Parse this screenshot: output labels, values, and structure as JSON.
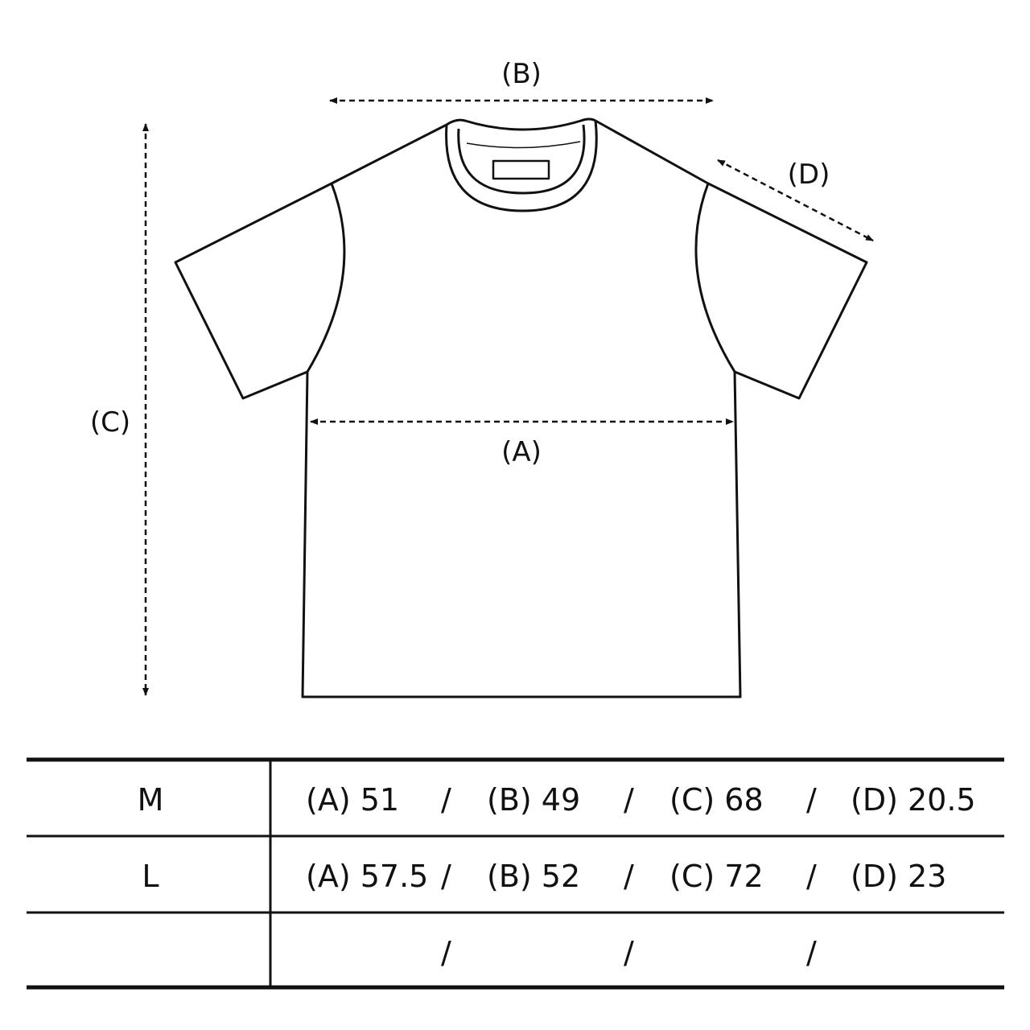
{
  "diagram": {
    "labels": {
      "a": "(A)",
      "b": "(B)",
      "c": "(C)",
      "d": "(D)"
    },
    "line_color": "#111111"
  },
  "size_table": {
    "separator": "/",
    "rows": [
      {
        "size": "M",
        "a": "(A) 51",
        "b": "(B)  49",
        "c": "(C) 68",
        "d": "(D) 20.5"
      },
      {
        "size": "L",
        "a": "(A) 57.5",
        "b": "(B)  52",
        "c": "(C) 72",
        "d": "(D) 23"
      },
      {
        "size": "",
        "a": "",
        "b": "",
        "c": "",
        "d": ""
      }
    ]
  }
}
